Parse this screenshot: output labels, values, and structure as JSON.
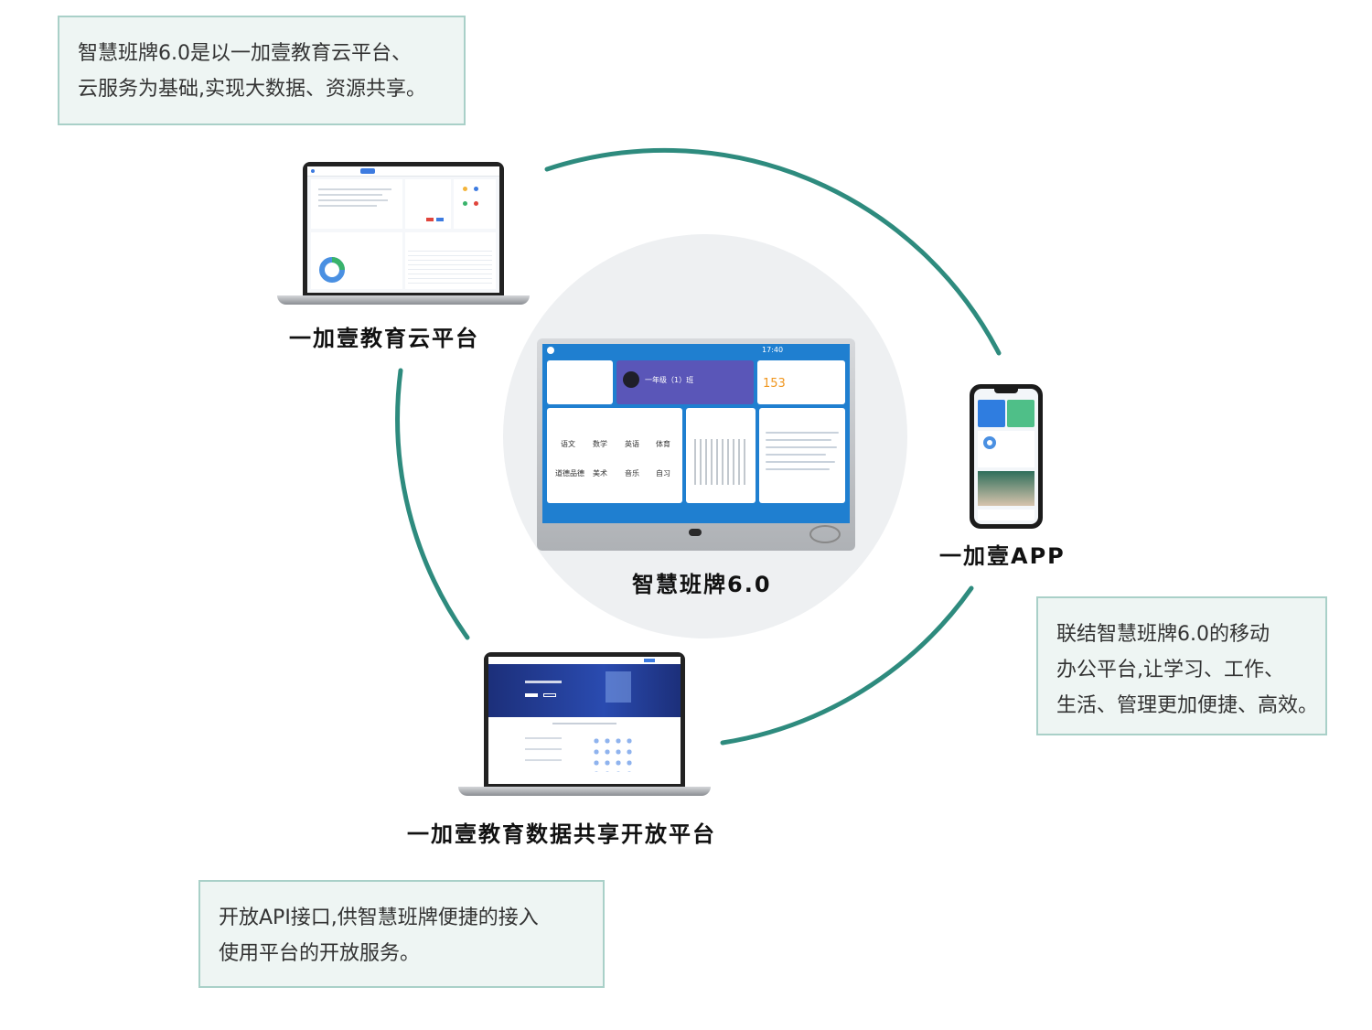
{
  "callouts": {
    "cloud": {
      "lines": [
        "智慧班牌6.0是以一加壹教育云平台、",
        "云服务为基础,实现大数据、资源共享。"
      ]
    },
    "app": {
      "lines": [
        "联结智慧班牌6.0的移动",
        "办公平台,让学习、工作、",
        "生活、管理更加便捷、高效。"
      ]
    },
    "open": {
      "lines": [
        "开放API接口,供智慧班牌便捷的接入",
        "使用平台的开放服务。"
      ]
    }
  },
  "nodes": {
    "cloud_platform": "一加壹教育云平台",
    "center": "智慧班牌6.0",
    "app": "一加壹APP",
    "open_platform": "一加壹教育数据共享开放平台"
  },
  "board": {
    "class_name": "一年级（1）班",
    "time": "17:40",
    "count": "153",
    "subjects": [
      "语文",
      "数学",
      "英语",
      "体育",
      "道德品德",
      "美术",
      "音乐",
      "自习"
    ]
  },
  "colors": {
    "ring": "#2e8b7e",
    "callout_bg": "#eef5f3",
    "callout_border": "#a9d0c8",
    "center_circle": "#eef0f2",
    "board_bg": "#1f7fd0",
    "banner": "#5a56b8",
    "count_orange": "#f0961e",
    "site_navy": "#1c2f7a"
  },
  "icons": [
    "nfc-icon",
    "camera-icon",
    "logo-icon"
  ]
}
